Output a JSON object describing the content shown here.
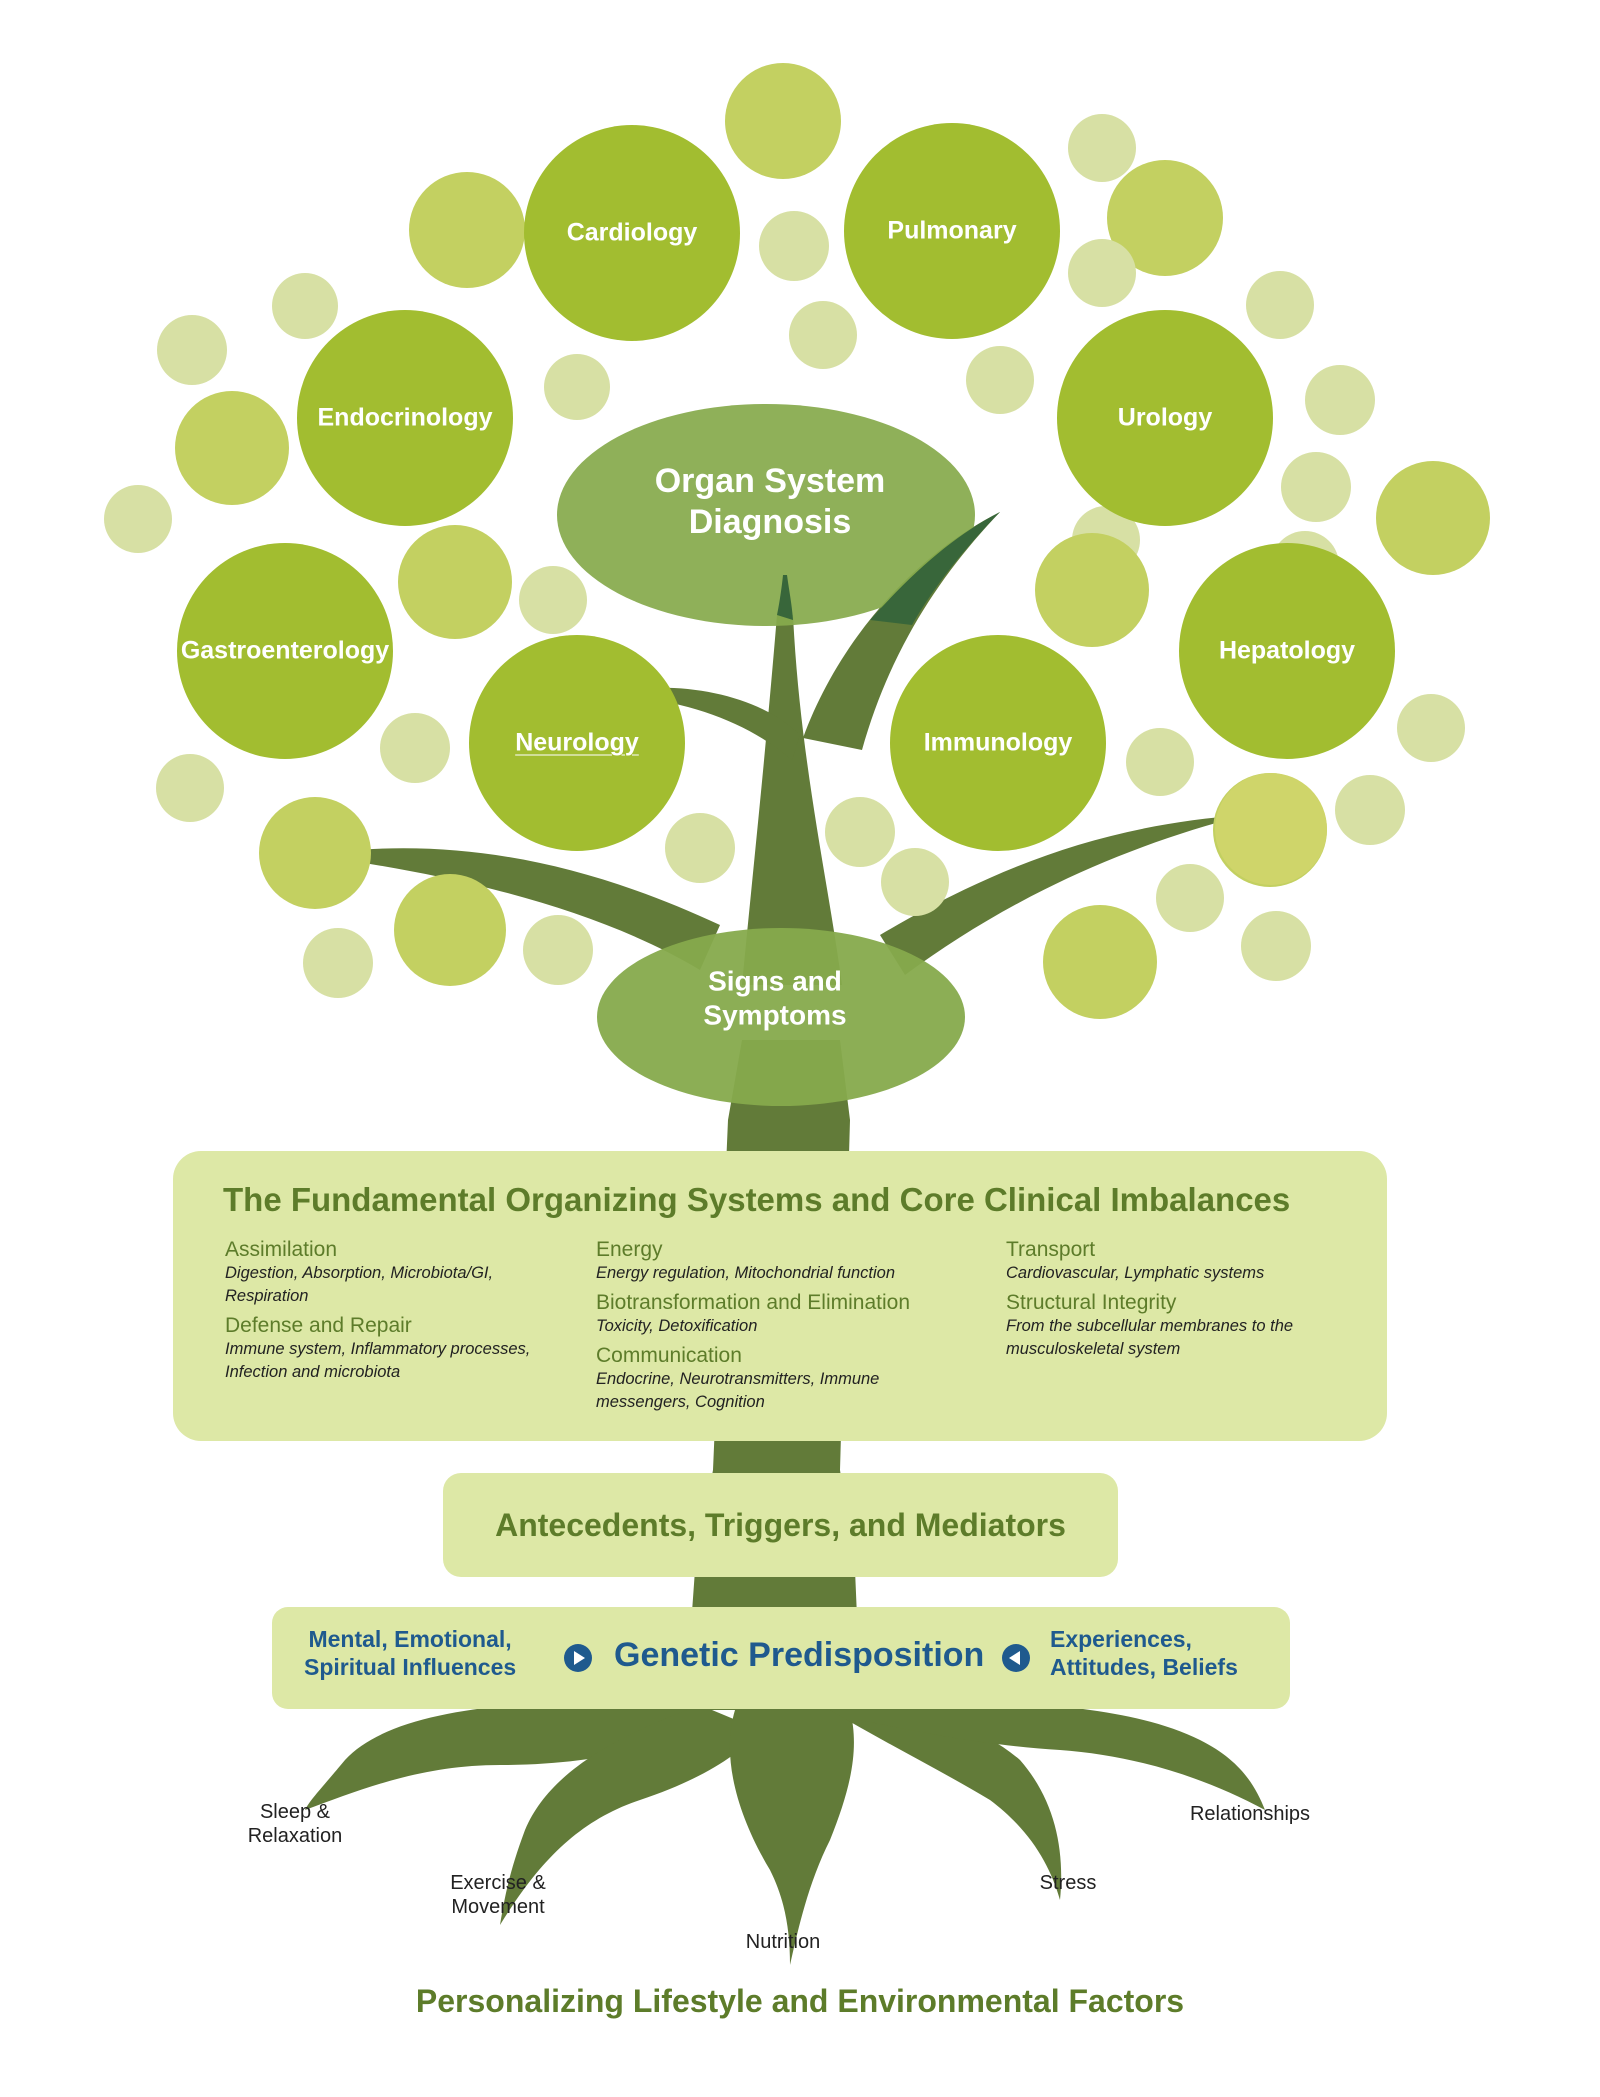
{
  "colors": {
    "organ_circle": "#a2bd30",
    "bubble_mid": "#c3d061",
    "bubble_light": "#d7e0a4",
    "oval": "#86aa4c",
    "trunk": "#627b39",
    "branch_dark": "#38663a",
    "panel": "#dde8a6",
    "heading_green": "#5d7c2a",
    "genetic_blue": "#1f5a8e"
  },
  "crown": {
    "organ_systems": [
      {
        "label": "Cardiology"
      },
      {
        "label": "Pulmonary"
      },
      {
        "label": "Endocrinology"
      },
      {
        "label": "Urology"
      },
      {
        "label": "Gastroenterology"
      },
      {
        "label": "Hepatology"
      },
      {
        "label": "Neurology"
      },
      {
        "label": "Immunology"
      }
    ],
    "organ_diagnosis": {
      "line1": "Organ System",
      "line2": "Diagnosis"
    },
    "signs_symptoms": {
      "line1": "Signs and",
      "line2": "Symptoms"
    }
  },
  "core": {
    "title": "The Fundamental Organizing Systems and Core Clinical Imbalances",
    "columns": [
      [
        {
          "heading": "Assimilation",
          "detail": "Digestion, Absorption, Microbiota/GI, Respiration"
        },
        {
          "heading": "Defense and Repair",
          "detail": "Immune system, Inflammatory processes, Infection and microbiota"
        }
      ],
      [
        {
          "heading": "Energy",
          "detail": "Energy regulation, Mitochondrial function"
        },
        {
          "heading": "Biotransformation and Elimination",
          "detail": "Toxicity, Detoxification"
        },
        {
          "heading": "Communication",
          "detail": "Endocrine, Neurotransmitters, Immune messengers, Cognition"
        }
      ],
      [
        {
          "heading": "Transport",
          "detail": "Cardiovascular, Lymphatic systems"
        },
        {
          "heading": "Structural Integrity",
          "detail": "From the subcellular membranes to the musculoskeletal system"
        }
      ]
    ]
  },
  "antecedents": {
    "label": "Antecedents, Triggers, and Mediators"
  },
  "genetic": {
    "left_line1": "Mental, Emotional,",
    "left_line2": "Spiritual Influences",
    "center": "Genetic Predisposition",
    "right_line1": "Experiences,",
    "right_line2": "Attitudes, Beliefs"
  },
  "roots": {
    "sleep": {
      "line1": "Sleep &",
      "line2": "Relaxation"
    },
    "exercise": {
      "line1": "Exercise &",
      "line2": "Movement"
    },
    "nutrition": {
      "line1": "Nutrition"
    },
    "stress": {
      "line1": "Stress"
    },
    "relationships": {
      "line1": "Relationships"
    }
  },
  "footer": {
    "label": "Personalizing Lifestyle and Environmental Factors"
  }
}
